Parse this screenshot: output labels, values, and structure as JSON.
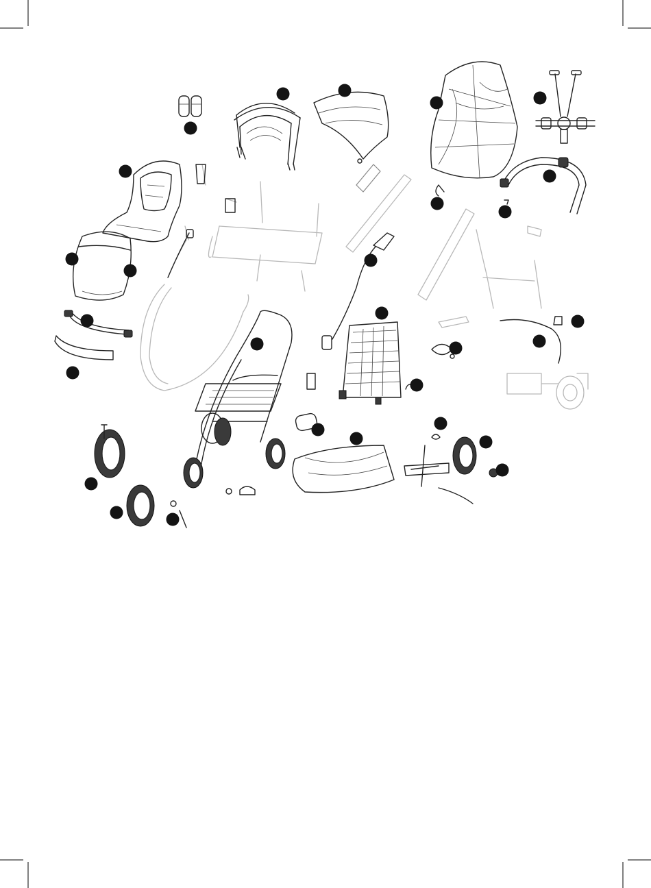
{
  "page": {
    "background": "#ffffff",
    "callout_color": "#141414",
    "line_color": "#222222",
    "faint_color": "#b8b8b8"
  },
  "parts": [
    {
      "id": "sun-canopy"
    },
    {
      "id": "hood"
    },
    {
      "id": "rain-cover"
    },
    {
      "id": "harness"
    },
    {
      "id": "harness-pads"
    },
    {
      "id": "seat-liner"
    },
    {
      "id": "footmuff"
    },
    {
      "id": "bumper-bar"
    },
    {
      "id": "bumper-bar-cover"
    },
    {
      "id": "handlebar"
    },
    {
      "id": "brake-cable"
    },
    {
      "id": "seat-base-plate"
    },
    {
      "id": "stroller-frame"
    },
    {
      "id": "shopping-basket"
    },
    {
      "id": "front-wheel"
    },
    {
      "id": "rear-wheel"
    },
    {
      "id": "axle-bolt-nut"
    },
    {
      "id": "brake-bar"
    },
    {
      "id": "clips"
    },
    {
      "id": "strap-loop"
    }
  ],
  "callouts": 28
}
